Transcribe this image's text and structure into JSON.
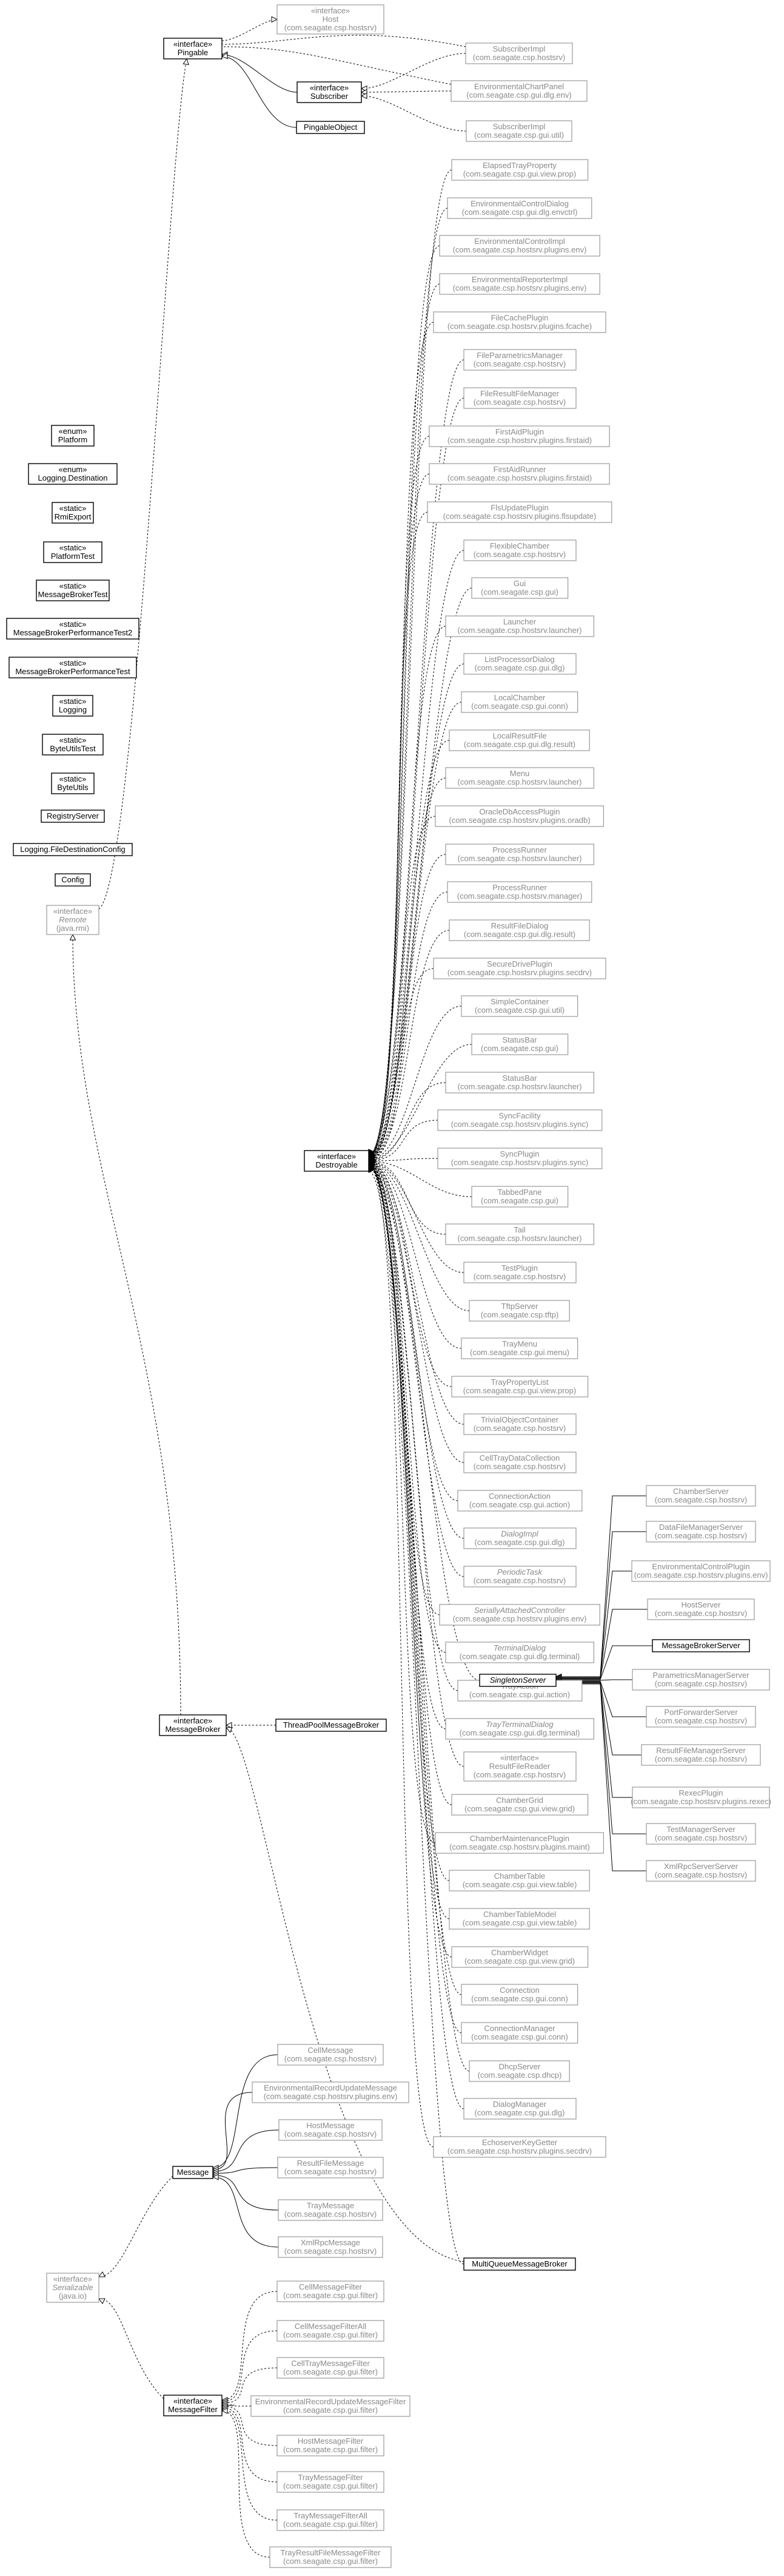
{
  "diagram": {
    "interfaces": {
      "host": [
        "«interface»",
        "Host",
        "(com.seagate.csp.hostsrv)"
      ],
      "pingable": [
        "«interface»",
        "Pingable"
      ],
      "subscriber": [
        "«interface»",
        "Subscriber"
      ],
      "pingable_object": [
        "PingableObject"
      ],
      "remote": [
        "«interface»",
        "Remote",
        "(java.rmi)"
      ],
      "destroyable": [
        "«interface»",
        "Destroyable"
      ],
      "singleton_server": [
        "SingletonServer"
      ],
      "message_broker": [
        "«interface»",
        "MessageBroker"
      ],
      "thread_pool_message_broker": [
        "ThreadPoolMessageBroker"
      ],
      "message": [
        "Message"
      ],
      "serializable": [
        "«interface»",
        "Serializable",
        "(java.io)"
      ],
      "message_filter": [
        "«interface»",
        "MessageFilter"
      ],
      "multi_queue_message_broker": [
        "MultiQueueMessageBroker"
      ]
    },
    "left_column": [
      [
        "«enum»",
        "Platform"
      ],
      [
        "«enum»",
        "Logging.Destination"
      ],
      [
        "«static»",
        "RmiExport"
      ],
      [
        "«static»",
        "PlatformTest"
      ],
      [
        "«static»",
        "MessageBrokerTest"
      ],
      [
        "«static»",
        "MessageBrokerPerformanceTest2"
      ],
      [
        "«static»",
        "MessageBrokerPerformanceTest"
      ],
      [
        "«static»",
        "Logging"
      ],
      [
        "«static»",
        "ByteUtilsTest"
      ],
      [
        "«static»",
        "ByteUtils"
      ],
      [
        "RegistryServer"
      ],
      [
        "Logging.FileDestinationConfig"
      ],
      [
        "Config"
      ]
    ],
    "subscribers": [
      [
        "SubscriberImpl",
        "(com.seagate.csp.hostsrv)"
      ],
      [
        "EnvironmentalChartPanel",
        "(com.seagate.csp.gui.dlg.env)"
      ],
      [
        "SubscriberImpl",
        "(com.seagate.csp.gui.util)"
      ]
    ],
    "destroyables": [
      [
        "ElapsedTrayProperty",
        "(com.seagate.csp.gui.view.prop)"
      ],
      [
        "EnvironmentalControlDialog",
        "(com.seagate.csp.gui.dlg.envctrl)"
      ],
      [
        "EnvironmentalControlImpl",
        "(com.seagate.csp.hostsrv.plugins.env)"
      ],
      [
        "EnvironmentalReporterImpl",
        "(com.seagate.csp.hostsrv.plugins.env)"
      ],
      [
        "FileCachePlugin",
        "(com.seagate.csp.hostsrv.plugins.fcache)"
      ],
      [
        "FileParametricsManager",
        "(com.seagate.csp.hostsrv)"
      ],
      [
        "FileResultFileManager",
        "(com.seagate.csp.hostsrv)"
      ],
      [
        "FirstAidPlugin",
        "(com.seagate.csp.hostsrv.plugins.firstaid)"
      ],
      [
        "FirstAidRunner",
        "(com.seagate.csp.hostsrv.plugins.firstaid)"
      ],
      [
        "FlsUpdatePlugin",
        "(com.seagate.csp.hostsrv.plugins.flsupdate)"
      ],
      [
        "FlexibleChamber",
        "(com.seagate.csp.hostsrv)"
      ],
      [
        "Gui",
        "(com.seagate.csp.gui)"
      ],
      [
        "Launcher",
        "(com.seagate.csp.hostsrv.launcher)"
      ],
      [
        "ListProcessorDialog",
        "(com.seagate.csp.gui.dlg)"
      ],
      [
        "LocalChamber",
        "(com.seagate.csp.gui.conn)"
      ],
      [
        "LocalResultFile",
        "(com.seagate.csp.gui.dlg.result)"
      ],
      [
        "Menu",
        "(com.seagate.csp.hostsrv.launcher)"
      ],
      [
        "OracleDbAccessPlugin",
        "(com.seagate.csp.hostsrv.plugins.oradb)"
      ],
      [
        "ProcessRunner",
        "(com.seagate.csp.hostsrv.launcher)"
      ],
      [
        "ProcessRunner",
        "(com.seagate.csp.hostsrv.manager)"
      ],
      [
        "ResultFileDialog",
        "(com.seagate.csp.gui.dlg.result)"
      ],
      [
        "SecureDrivePlugin",
        "(com.seagate.csp.hostsrv.plugins.secdrv)"
      ],
      [
        "SimpleContainer",
        "(com.seagate.csp.gui.util)"
      ],
      [
        "StatusBar",
        "(com.seagate.csp.gui)"
      ],
      [
        "StatusBar",
        "(com.seagate.csp.hostsrv.launcher)"
      ],
      [
        "SyncFacility",
        "(com.seagate.csp.hostsrv.plugins.sync)"
      ],
      [
        "SyncPlugin",
        "(com.seagate.csp.hostsrv.plugins.sync)"
      ],
      [
        "TabbedPane",
        "(com.seagate.csp.gui)"
      ],
      [
        "Tail",
        "(com.seagate.csp.hostsrv.launcher)"
      ],
      [
        "TestPlugin",
        "(com.seagate.csp.hostsrv)"
      ],
      [
        "TftpServer",
        "(com.seagate.csp.tftp)"
      ],
      [
        "TrayMenu",
        "(com.seagate.csp.gui.menu)"
      ],
      [
        "TrayPropertyList",
        "(com.seagate.csp.gui.view.prop)"
      ],
      [
        "TrivialObjectContainer",
        "(com.seagate.csp.hostsrv)"
      ],
      [
        "CellTrayDataCollection",
        "(com.seagate.csp.hostsrv)"
      ],
      [
        "ConnectionAction",
        "(com.seagate.csp.gui.action)"
      ],
      [
        "DialogImpl",
        "(com.seagate.csp.gui.dlg)"
      ],
      [
        "PeriodicTask",
        "(com.seagate.csp.hostsrv)"
      ],
      [
        "SeriallyAttachedController",
        "(com.seagate.csp.hostsrv.plugins.env)"
      ],
      [
        "TerminalDialog",
        "(com.seagate.csp.gui.dlg.terminal)"
      ],
      [
        "TrayAction",
        "(com.seagate.csp.gui.action)"
      ],
      [
        "TrayTerminalDialog",
        "(com.seagate.csp.gui.dlg.terminal)"
      ],
      [
        "«interface»",
        "ResultFileReader",
        "(com.seagate.csp.hostsrv)"
      ],
      [
        "ChamberGrid",
        "(com.seagate.csp.gui.view.grid)"
      ],
      [
        "ChamberMaintenancePlugin",
        "(com.seagate.csp.hostsrv.plugins.maint)"
      ],
      [
        "ChamberTable",
        "(com.seagate.csp.gui.view.table)"
      ],
      [
        "ChamberTableModel",
        "(com.seagate.csp.gui.view.table)"
      ],
      [
        "ChamberWidget",
        "(com.seagate.csp.gui.view.grid)"
      ],
      [
        "Connection",
        "(com.seagate.csp.gui.conn)"
      ],
      [
        "ConnectionManager",
        "(com.seagate.csp.gui.conn)"
      ],
      [
        "DhcpServer",
        "(com.seagate.csp.dhcp)"
      ],
      [
        "DialogManager",
        "(com.seagate.csp.gui.dlg)"
      ],
      [
        "EchoserverKeyGetter",
        "(com.seagate.csp.hostsrv.plugins.secdrv)"
      ]
    ],
    "singletons": [
      [
        "ChamberServer",
        "(com.seagate.csp.hostsrv)"
      ],
      [
        "DataFileManagerServer",
        "(com.seagate.csp.hostsrv)"
      ],
      [
        "EnvironmentalControlPlugin",
        "(com.seagate.csp.hostsrv.plugins.env)"
      ],
      [
        "HostServer",
        "(com.seagate.csp.hostsrv)"
      ],
      [
        "MessageBrokerServer"
      ],
      [
        "ParametricsManagerServer",
        "(com.seagate.csp.hostsrv)"
      ],
      [
        "PortForwarderServer",
        "(com.seagate.csp.hostsrv)"
      ],
      [
        "ResultFileManagerServer",
        "(com.seagate.csp.hostsrv)"
      ],
      [
        "RexecPlugin",
        "(com.seagate.csp.hostsrv.plugins.rexec)"
      ],
      [
        "TestManagerServer",
        "(com.seagate.csp.hostsrv)"
      ],
      [
        "XmlRpcServerServer",
        "(com.seagate.csp.hostsrv)"
      ]
    ],
    "messages": [
      [
        "CellMessage",
        "(com.seagate.csp.hostsrv)"
      ],
      [
        "EnvironmentalRecordUpdateMessage",
        "(com.seagate.csp.hostsrv.plugins.env)"
      ],
      [
        "HostMessage",
        "(com.seagate.csp.hostsrv)"
      ],
      [
        "ResultFileMessage",
        "(com.seagate.csp.hostsrv)"
      ],
      [
        "TrayMessage",
        "(com.seagate.csp.hostsrv)"
      ],
      [
        "XmlRpcMessage",
        "(com.seagate.csp.hostsrv)"
      ]
    ],
    "filters": [
      [
        "CellMessageFilter",
        "(com.seagate.csp.gui.filter)"
      ],
      [
        "CellMessageFilterAll",
        "(com.seagate.csp.gui.filter)"
      ],
      [
        "CellTrayMessageFilter",
        "(com.seagate.csp.gui.filter)"
      ],
      [
        "EnvironmentalRecordUpdateMessageFilter",
        "(com.seagate.csp.gui.filter)"
      ],
      [
        "HostMessageFilter",
        "(com.seagate.csp.gui.filter)"
      ],
      [
        "TrayMessageFilter",
        "(com.seagate.csp.gui.filter)"
      ],
      [
        "TrayMessageFilterAll",
        "(com.seagate.csp.gui.filter)"
      ],
      [
        "TrayResultFileMessageFilter",
        "(com.seagate.csp.gui.filter)"
      ]
    ]
  }
}
